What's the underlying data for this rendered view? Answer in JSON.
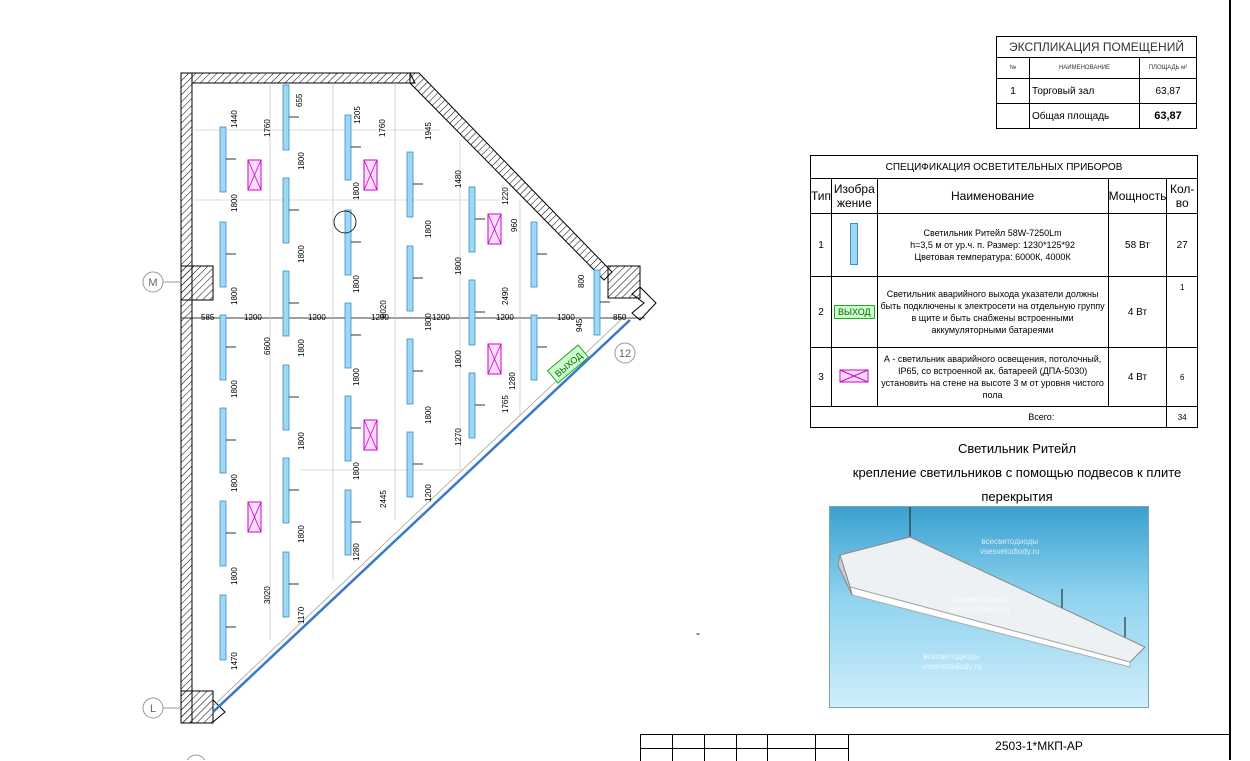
{
  "plan": {
    "axes": {
      "m": "М",
      "l": "L",
      "twelve": "12"
    },
    "dims": {
      "d1440": "1440",
      "d1760a": "1760",
      "d655": "655",
      "d1205": "1205",
      "d1760b": "1760",
      "d1945": "1945",
      "d1480": "1480",
      "d1220": "1220",
      "d960": "960",
      "d800": "800",
      "d2490": "2490",
      "d1800": "1800",
      "d945": "945",
      "d850": "850",
      "d585": "585",
      "d1200": "1200",
      "d6600": "6600",
      "d6020": "6020",
      "d1280": "1280",
      "d1765": "1765",
      "d1270": "1270",
      "d2445": "2445",
      "d3020": "3020",
      "d1170": "1170",
      "d1470": "1470"
    },
    "exit_label": "ВЫХОД"
  },
  "explication": {
    "title": "ЭКСПЛИКАЦИЯ ПОМЕЩЕНИЙ",
    "col_no": "№",
    "col_name": "НАИМЕНОВАНИЕ",
    "col_area": "ПЛОЩАДЬ м²",
    "row_no": "1",
    "row_name": "Торговый зал",
    "row_area": "63,87",
    "total_name": "Общая площадь",
    "total_area": "63,87"
  },
  "spec": {
    "title": "СПЕЦИФИКАЦИЯ ОСВЕТИТЕЛЬНЫХ ПРИБОРОВ",
    "col_type": "Тип",
    "col_image": "Изображение",
    "col_name": "Наименование",
    "col_power": "Мощность",
    "col_qty": "Кол-во",
    "rows": [
      {
        "type": "1",
        "name_l1": "Светильник Ритейл 58W-7250Lm",
        "name_l2": "h=3,5 м от ур.ч. п. Размер: 1230*125*92",
        "name_l3": "Цветовая температура: 6000К, 4000К",
        "power": "58 Вт",
        "qty": "27"
      },
      {
        "type": "2",
        "icon_text": "ВЫХОД",
        "name": "Светильник аварийного выхода указатели должны быть подключены к электросети на отдельную группу в щите и быть снабжены встроенными аккумуляторными батареями",
        "power": "4 Вт",
        "qty": "1"
      },
      {
        "type": "3",
        "name": "А - светильник аварийного освещения, потолочный, IP65, со встроенной ак. батареей (ДПА-5030) установить на стене на высоте 3 м от уровня чистого пола",
        "power": "4 Вт",
        "qty": "6"
      }
    ],
    "total_label": "Всего:",
    "total_qty": "34"
  },
  "caption": {
    "title": "Светильник Ритейл",
    "line2": "крепление светильников с помощью подвесов к плите",
    "line3": "перекрытия"
  },
  "photo": {
    "wm1": "всесветодиоды",
    "wm2": "vsesvetodiody.ru"
  },
  "titleblock": {
    "code": "2503-1*МКП-АР"
  },
  "misc": {
    "dash": "-"
  }
}
